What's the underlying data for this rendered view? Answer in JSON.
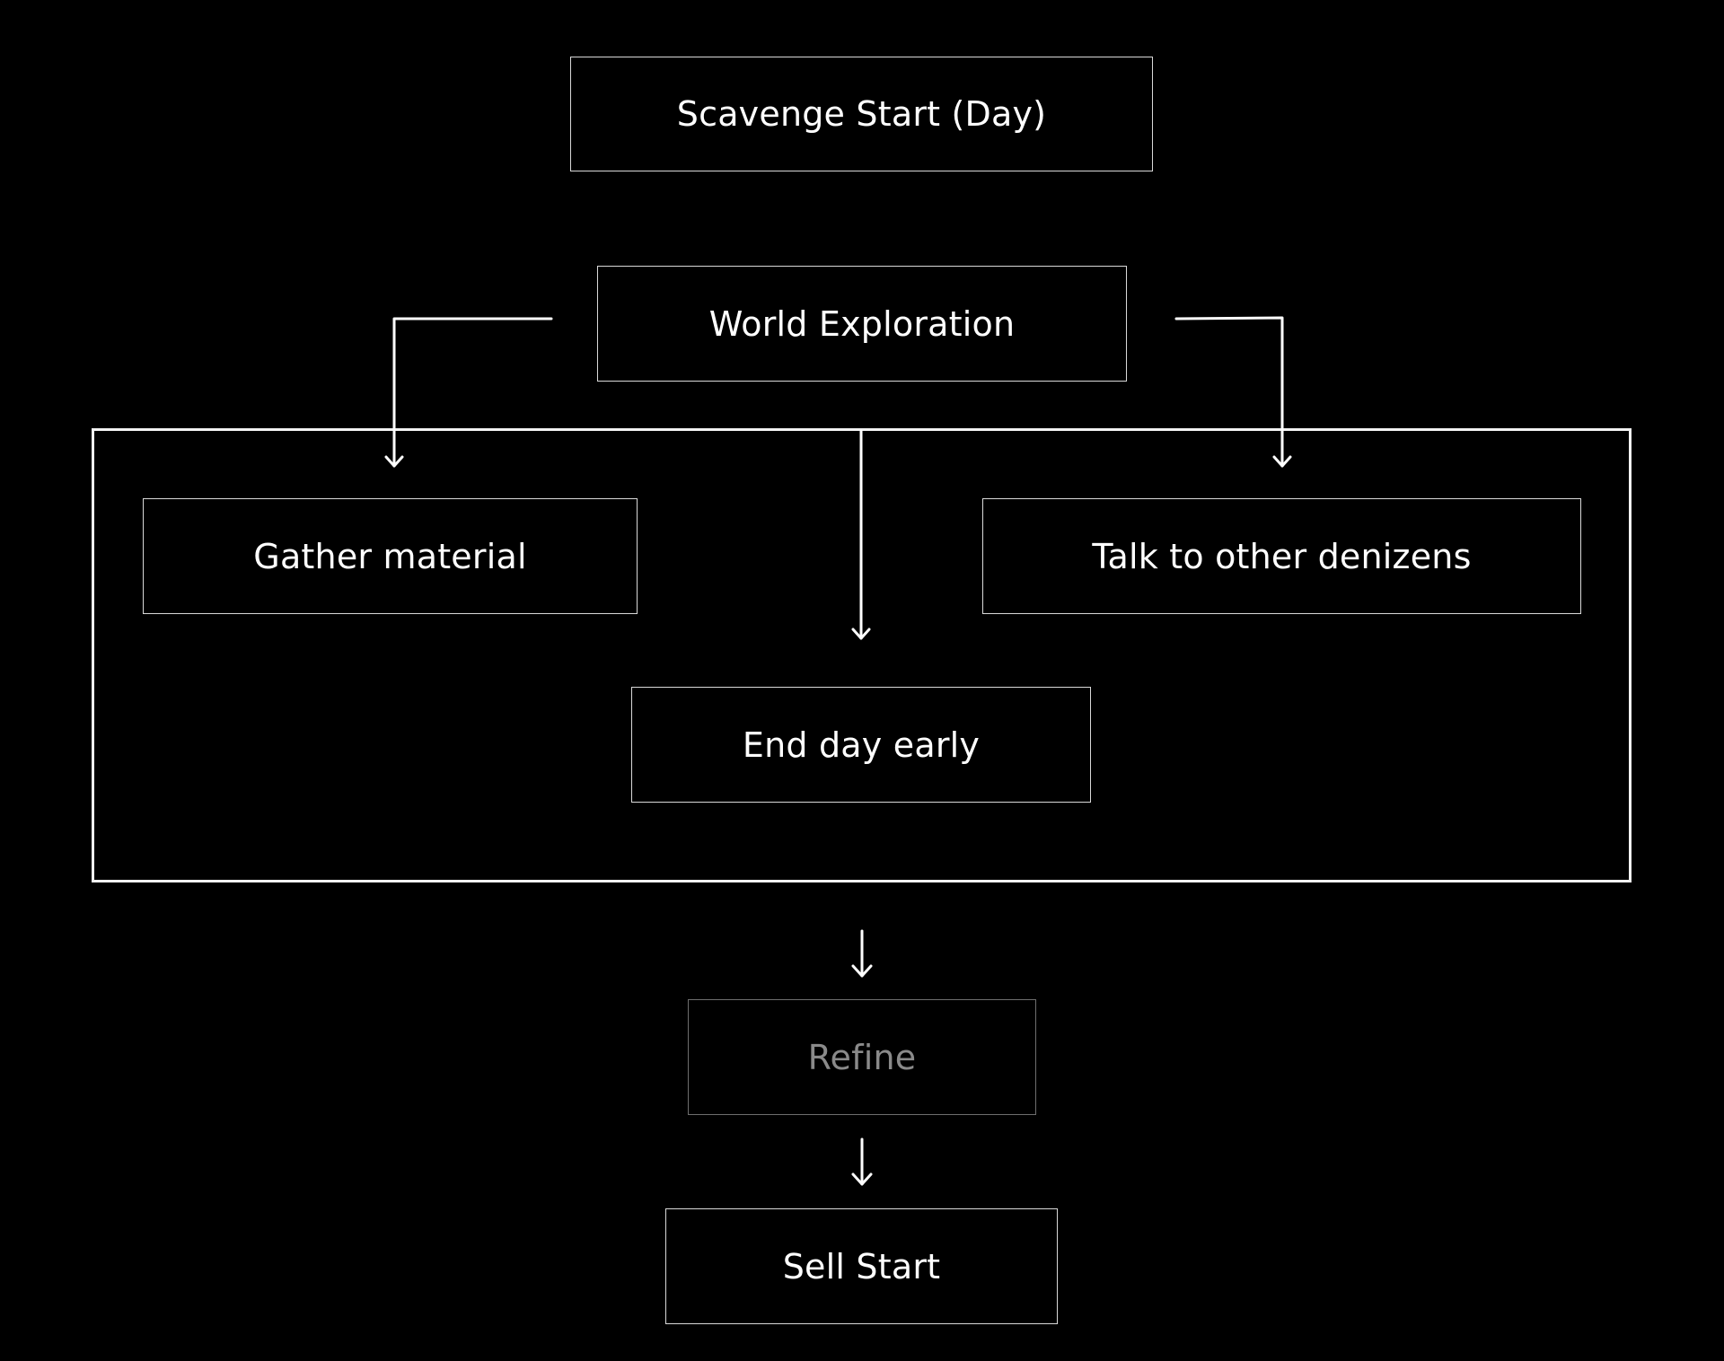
{
  "nodes": {
    "scavenge_start": "Scavenge Start (Day)",
    "world_exploration": "World Exploration",
    "gather_material": "Gather material",
    "talk_to_denizens": "Talk to other denizens",
    "end_day_early": "End day early",
    "refine": "Refine",
    "sell_start": "Sell Start"
  },
  "colors": {
    "background": "#000000",
    "stroke": "#ffffff",
    "text": "#ffffff",
    "dim_text": "#8a8a8a",
    "dim_border": "#6e6e6e"
  }
}
